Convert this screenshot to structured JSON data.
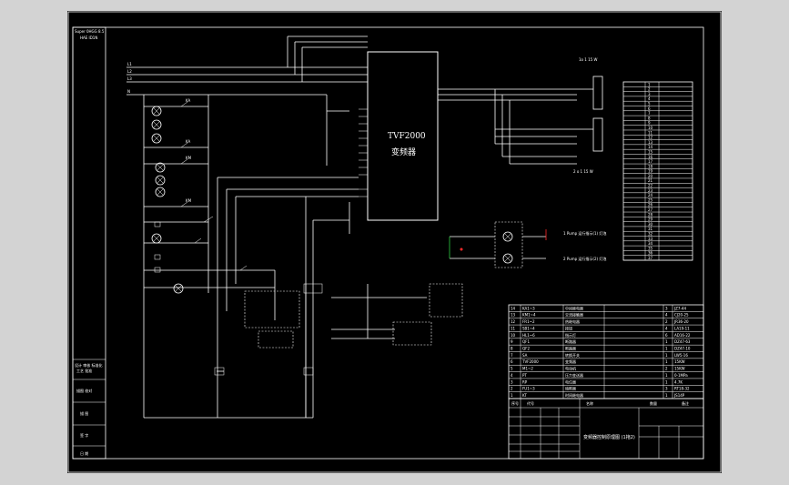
{
  "colors": {
    "page_background": "#d3d3d3",
    "sheet_background": "#000000",
    "line": "#ffffff",
    "accent_red": "#ff2a2a",
    "accent_green": "#2ecc40"
  },
  "drawing": {
    "corner_label_top": "Super 0HGG 8.5",
    "corner_label_sub": "HAE ID1N",
    "vfd_model": "TVF2000",
    "vfd_name": "变频器",
    "right_label_top": "1o 1 15 W",
    "right_label_bottom": "2 o 1 15 W",
    "indicator_label_1": "1 Pump  运行指示(1) 灯泡",
    "indicator_label_2": "2 Pump  运行指示(2) 灯泡",
    "left_strip": [
      "设计 审核 标准化",
      "工艺 批准",
      "描图 校对",
      "描 图",
      "签 字",
      "日 期"
    ],
    "title_block": {
      "drawing_title": "变频器控制原理图 (1拖2)",
      "col_headers": [
        "序号",
        "代号",
        "名称",
        "数量",
        "备注"
      ]
    },
    "bom_rows": [
      [
        "14",
        "KA1~3",
        "中间继电器",
        "3",
        "JZ7-44"
      ],
      [
        "13",
        "KM1~4",
        "交流接触器",
        "4",
        "CJ20-25"
      ],
      [
        "12",
        "FR1~2",
        "热继电器",
        "2",
        "JR36-20"
      ],
      [
        "11",
        "SB1~4",
        "按钮",
        "4",
        "LA19-11"
      ],
      [
        "10",
        "HL1~6",
        "指示灯",
        "6",
        "AD16-22"
      ],
      [
        "9",
        "QF1",
        "断路器",
        "1",
        "DZ47-63"
      ],
      [
        "8",
        "QF2",
        "断路器",
        "1",
        "DZ47-10"
      ],
      [
        "7",
        "SA",
        "转换开关",
        "1",
        "LW5-16"
      ],
      [
        "6",
        "TVF2000",
        "变频器",
        "1",
        "15KW"
      ],
      [
        "5",
        "M1~2",
        "电动机",
        "2",
        "15KW"
      ],
      [
        "4",
        "PT",
        "压力变送器",
        "1",
        "0-1MPa"
      ],
      [
        "3",
        "RP",
        "电位器",
        "1",
        "4.7K"
      ],
      [
        "2",
        "FU1~3",
        "熔断器",
        "3",
        "RT18-32"
      ],
      [
        "1",
        "KT",
        "时间继电器",
        "1",
        "JS14P"
      ]
    ],
    "terminal_rows": [
      "1",
      "2",
      "3",
      "4",
      "5",
      "6",
      "7",
      "8",
      "9",
      "10",
      "11",
      "12",
      "13",
      "14",
      "15",
      "16",
      "17",
      "18",
      "19",
      "20",
      "21",
      "22",
      "23",
      "24",
      "25",
      "26",
      "27",
      "28",
      "29",
      "30",
      "31",
      "32",
      "33",
      "34",
      "35",
      "36",
      "37"
    ]
  }
}
